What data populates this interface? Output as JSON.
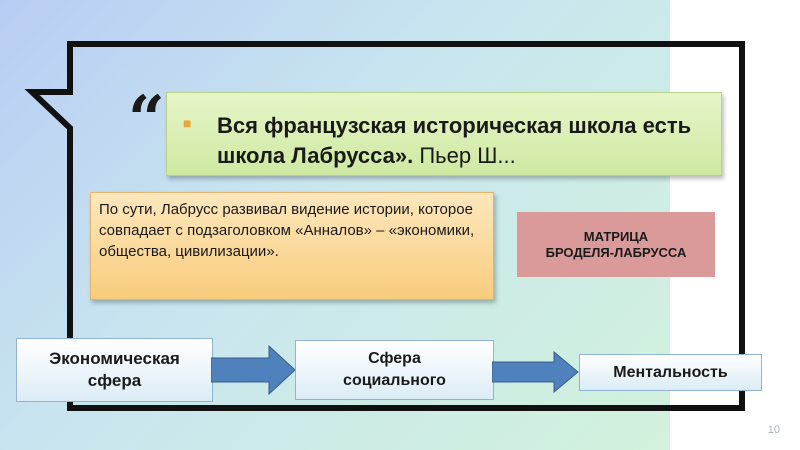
{
  "quote": {
    "mark": "“",
    "bold_text": "Вся французская историческая школа есть школа Лабрусса».",
    "author_text": " Пьер Ш..."
  },
  "note": {
    "text": "По сути, Лабрусс развивал видение истории, которое совпадает с подзаголовком «Анналов» – «экономики, общества, цивилизации»."
  },
  "matrix": {
    "line1": "МАТРИЦА",
    "line2": "БРОДЕЛЯ-ЛАБРУССА"
  },
  "flow": [
    {
      "line1": "Экономическая",
      "line2": "сфера"
    },
    {
      "line1": "Сфера",
      "line2": "социального"
    },
    {
      "line1": "Ментальность",
      "line2": ""
    }
  ],
  "page_number": "10",
  "colors": {
    "green": "#d8efb0",
    "orange": "#fbd99a",
    "pink": "#da9a9a",
    "arrow": "#4f81bd"
  }
}
